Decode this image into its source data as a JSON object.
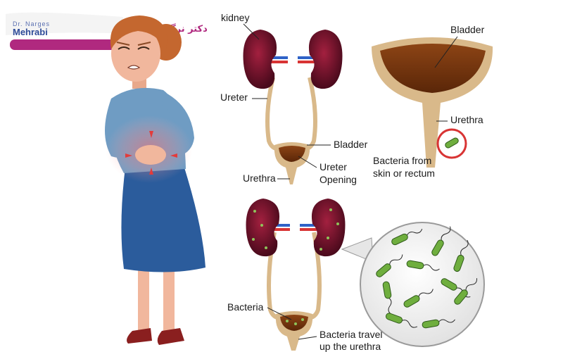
{
  "logo": {
    "line1": "Dr. Narges",
    "line2": "Mehrabi",
    "fa_name": "دکتر نرگس مهرابی",
    "fa_title": "جراح و متخصص زنان و زایمان تهران"
  },
  "labels": {
    "kidney": "kidney",
    "ureter": "Ureter",
    "bladder_top": "Bladder",
    "urethra_top": "Urethra",
    "ureter_opening_1": "Ureter",
    "ureter_opening_2": "Opening",
    "bladder_right": "Bladder",
    "urethra_right": "Urethra",
    "bacteria_from_1": "Bacteria from",
    "bacteria_from_2": "skin or rectum",
    "bacteria": "Bacteria",
    "bacteria_travel_1": "Bacteria travel",
    "bacteria_travel_2": "up the urethra"
  },
  "colors": {
    "kidney": "#7a1530",
    "kidney_dark": "#4a0a1c",
    "tube": "#d9b98a",
    "bladder_fill": "#7a3a12",
    "bacteria": "#6fae3e",
    "skin": "#f1b79d",
    "hair": "#c4672f",
    "shirt": "#6f9cc3",
    "skirt": "#2b5c9c",
    "pain": "#e33b3b",
    "logo_bar": "#b0297f"
  }
}
